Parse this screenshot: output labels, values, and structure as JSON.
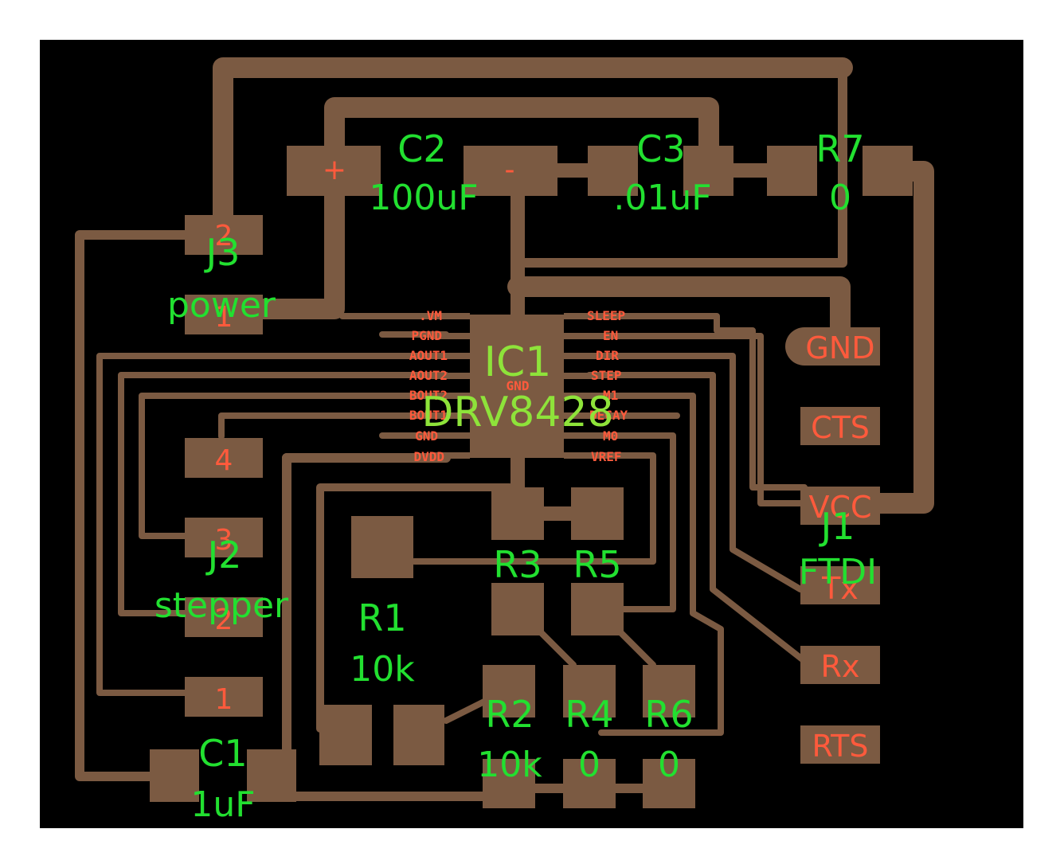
{
  "colors": {
    "board": "#000000",
    "copper": "#7b5a42",
    "pad_label": "#ff5a3c",
    "silkscreen": "#22e030"
  },
  "components": {
    "c1": {
      "ref": "C1",
      "value": "1uF"
    },
    "c2": {
      "ref": "C2",
      "value": "100uF",
      "plus": "+",
      "minus": "-"
    },
    "c3": {
      "ref": "C3",
      "value": ".01uF"
    },
    "r1": {
      "ref": "R1",
      "value": "10k"
    },
    "r2": {
      "ref": "R2",
      "value": "10k"
    },
    "r3": {
      "ref": "R3"
    },
    "r4": {
      "ref": "R4",
      "value": "0"
    },
    "r5": {
      "ref": "R5"
    },
    "r6": {
      "ref": "R6",
      "value": "0"
    },
    "r7": {
      "ref": "R7",
      "value": "0"
    },
    "ic1": {
      "ref": "IC1",
      "value": "DRV8428",
      "center": "GND"
    },
    "j1": {
      "ref": "J1",
      "value": "FTDI"
    },
    "j2": {
      "ref": "J2",
      "value": "stepper"
    },
    "j3": {
      "ref": "J3",
      "value": "power"
    }
  },
  "ic1_pins_left": [
    ".VM",
    "PGND",
    "AOUT1",
    "AOUT2",
    "BOUT2",
    "BOUT1",
    "GND",
    "DVDD"
  ],
  "ic1_pins_right": [
    "SLEEP",
    "EN",
    "DIR",
    "STEP",
    "M1",
    "DECAY",
    "M0",
    "VREF"
  ],
  "j1_pins": [
    "GND",
    "CTS",
    "VCC",
    "Tx",
    "Rx",
    "RTS"
  ],
  "j2_pins": [
    "4",
    "3",
    "2",
    "1"
  ],
  "j3_pins": [
    "2",
    "1"
  ]
}
